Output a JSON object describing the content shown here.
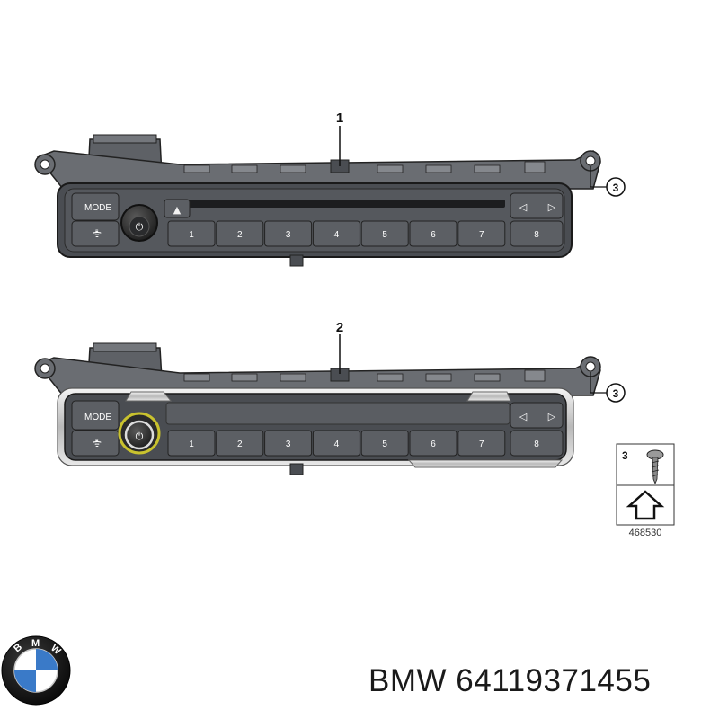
{
  "callouts": {
    "unit1": "1",
    "unit2": "2",
    "screw": "3"
  },
  "unit1": {
    "mode_label": "MODE",
    "eject_symbol": "▲",
    "power_symbol": "⏻",
    "prev_symbol": "◁",
    "next_symbol": "▷",
    "presets": [
      "1",
      "2",
      "3",
      "4",
      "5",
      "6",
      "7"
    ],
    "preset_8": "8"
  },
  "unit2": {
    "mode_label": "MODE",
    "power_symbol": "⏻",
    "prev_symbol": "◁",
    "next_symbol": "▷",
    "presets": [
      "1",
      "2",
      "3",
      "4",
      "5",
      "6",
      "7"
    ],
    "preset_8": "8"
  },
  "legend": {
    "item_number": "3",
    "diagram_number": "468530"
  },
  "footer": {
    "brand": "BMW",
    "part_number": "64119371455"
  },
  "logo": {
    "letters": "BMW",
    "colors": {
      "blue": "#3a7ac8",
      "ring": "#111111"
    }
  }
}
